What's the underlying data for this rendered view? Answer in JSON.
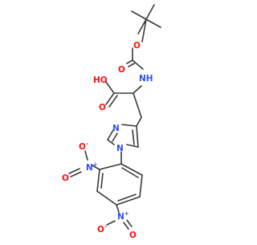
{
  "molecule": {
    "atom_labels": {
      "o_ether": "O",
      "o_carbonyl_boc": "O",
      "nh": "NH",
      "oh": "HO",
      "o_carbonyl_acid": "O",
      "n3_imidazole": "N",
      "n1_imidazole": "N",
      "n_nitro1": "N",
      "n_nitro1_charge": "+",
      "o_nitro1_minus": "O",
      "o_nitro1_minus_charge": "-",
      "o_nitro1_double": "O",
      "n_nitro2": "N",
      "n_nitro2_charge": "+",
      "o_nitro2_minus": "O",
      "o_nitro2_minus_charge": "-",
      "o_nitro2_double": "O"
    },
    "colors": {
      "bond": "#3a3a3a",
      "oxygen": "#ff0d0d",
      "nitrogen": "#3050f8"
    }
  }
}
